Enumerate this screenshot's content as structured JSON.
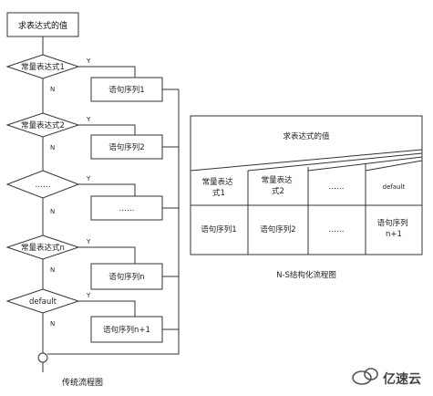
{
  "flowchart": {
    "start_box": "求表达式的值",
    "decisions": [
      "常量表达式1",
      "常量表达式2",
      "……",
      "常量表达式n",
      "default"
    ],
    "yes_label": "Y",
    "no_label": "N",
    "statements": [
      "语句序列1",
      "语句序列2",
      "……",
      "语句序列n",
      "语句序列n+1"
    ],
    "caption": "传统流程图"
  },
  "ns_chart": {
    "header": "求表达式的值",
    "cases": [
      "常量表达\n式1",
      "常量表达\n式2",
      "……",
      "default"
    ],
    "statements": [
      "语句序列1",
      "语句序列2",
      "……",
      "语句序列\nn+1"
    ],
    "caption": "N-S结构化流程图"
  },
  "watermark": {
    "text": "亿速云"
  }
}
